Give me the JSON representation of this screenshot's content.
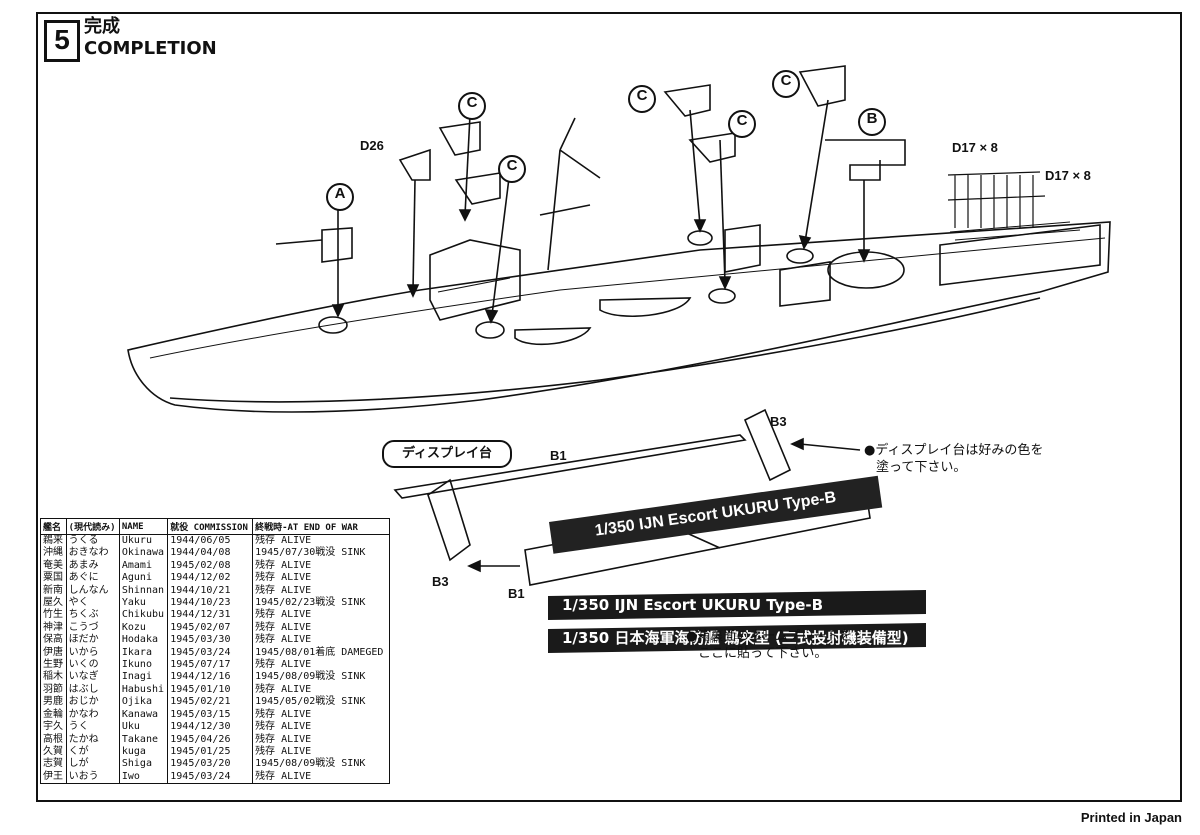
{
  "step": {
    "number": "5",
    "title_ja": "完成",
    "title_en": "COMPLETION"
  },
  "callouts": {
    "A": "A",
    "B": "B",
    "C": "C",
    "D26": "D26",
    "D17a": "D17 × 8",
    "D17b": "D17 × 8",
    "B1": "B1",
    "B3": "B3"
  },
  "display": {
    "label": "ディスプレイ台",
    "paint_note_line1": "●ディスプレイ台は好みの色を",
    "paint_note_line2": "塗って下さい。",
    "nameplate_note_line1": "●箱裏面のネームプレートを",
    "nameplate_note_line2": "ここに貼って下さい。",
    "nameplate_text": "1/350 IJN Escort UKURU Type-B",
    "banner_en": "1/350 IJN Escort UKURU Type-B",
    "banner_ja": "1/350 日本海軍海防艦 鵜来型 (三式投射機装備型)"
  },
  "table": {
    "headers": [
      "艦名",
      "(現代読み)",
      "NAME",
      "就役 COMMISSION",
      "終戦時-AT END OF WAR"
    ],
    "rows": [
      [
        "鵜来",
        "うくる",
        "Ukuru",
        "1944/06/05",
        "残存 ALIVE"
      ],
      [
        "沖縄",
        "おきなわ",
        "Okinawa",
        "1944/04/08",
        "1945/07/30戦没 SINK"
      ],
      [
        "奄美",
        "あまみ",
        "Amami",
        "1945/02/08",
        "残存 ALIVE"
      ],
      [
        "粟国",
        "あぐに",
        "Aguni",
        "1944/12/02",
        "残存 ALIVE"
      ],
      [
        "新南",
        "しんなん",
        "Shinnan",
        "1944/10/21",
        "残存 ALIVE"
      ],
      [
        "屋久",
        "やく",
        "Yaku",
        "1944/10/23",
        "1945/02/23戦没 SINK"
      ],
      [
        "竹生",
        "ちくぶ",
        "Chikubu",
        "1944/12/31",
        "残存 ALIVE"
      ],
      [
        "神津",
        "こうづ",
        "Kozu",
        "1945/02/07",
        "残存 ALIVE"
      ],
      [
        "保高",
        "ほだか",
        "Hodaka",
        "1945/03/30",
        "残存 ALIVE"
      ],
      [
        "伊唐",
        "いから",
        "Ikara",
        "1945/03/24",
        "1945/08/01着底 DAMEGED"
      ],
      [
        "生野",
        "いくの",
        "Ikuno",
        "1945/07/17",
        "残存 ALIVE"
      ],
      [
        "稲木",
        "いなぎ",
        "Inagi",
        "1944/12/16",
        "1945/08/09戦没 SINK"
      ],
      [
        "羽節",
        "はぶし",
        "Habushi",
        "1945/01/10",
        "残存 ALIVE"
      ],
      [
        "男鹿",
        "おじか",
        "Ojika",
        "1945/02/21",
        "1945/05/02戦没 SINK"
      ],
      [
        "金輪",
        "かなわ",
        "Kanawa",
        "1945/03/15",
        "残存 ALIVE"
      ],
      [
        "宇久",
        "うく",
        "Uku",
        "1944/12/30",
        "残存 ALIVE"
      ],
      [
        "高根",
        "たかね",
        "Takane",
        "1945/04/26",
        "残存 ALIVE"
      ],
      [
        "久賀",
        "くが",
        "kuga",
        "1945/01/25",
        "残存 ALIVE"
      ],
      [
        "志賀",
        "しが",
        "Shiga",
        "1945/03/20",
        "1945/08/09戦没 SINK"
      ],
      [
        "伊王",
        "いおう",
        "Iwo",
        "1945/03/24",
        "残存 ALIVE"
      ]
    ]
  },
  "footer": "Printed in Japan"
}
